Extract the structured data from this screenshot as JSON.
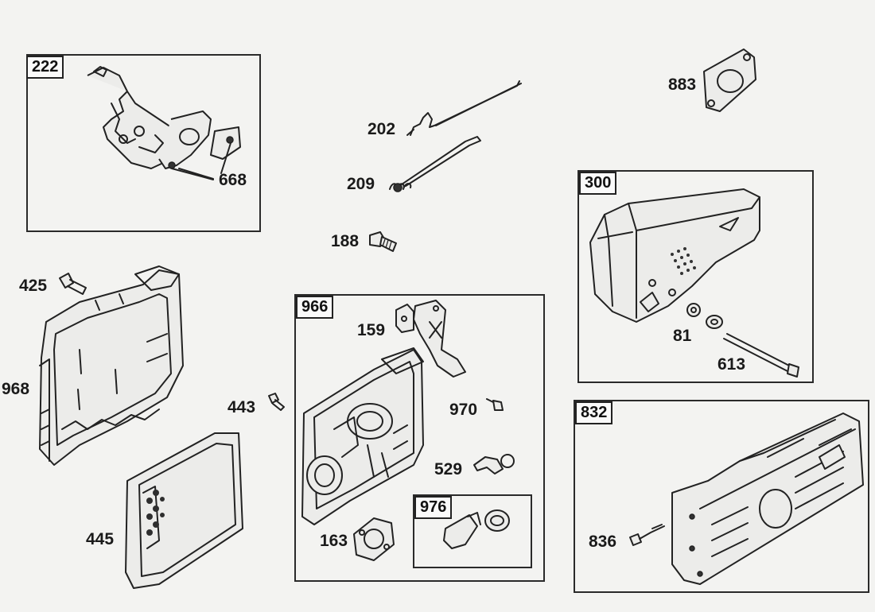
{
  "assemblies": {
    "a222": "222",
    "a300": "300",
    "a966": "966",
    "a976": "976",
    "a832": "832"
  },
  "parts": {
    "p668": "668",
    "p202": "202",
    "p209": "209",
    "p188": "188",
    "p883": "883",
    "p425": "425",
    "p968": "968",
    "p445": "445",
    "p443": "443",
    "p159": "159",
    "p970": "970",
    "p529": "529",
    "p163": "163",
    "p81": "81",
    "p613": "613",
    "p836": "836"
  }
}
